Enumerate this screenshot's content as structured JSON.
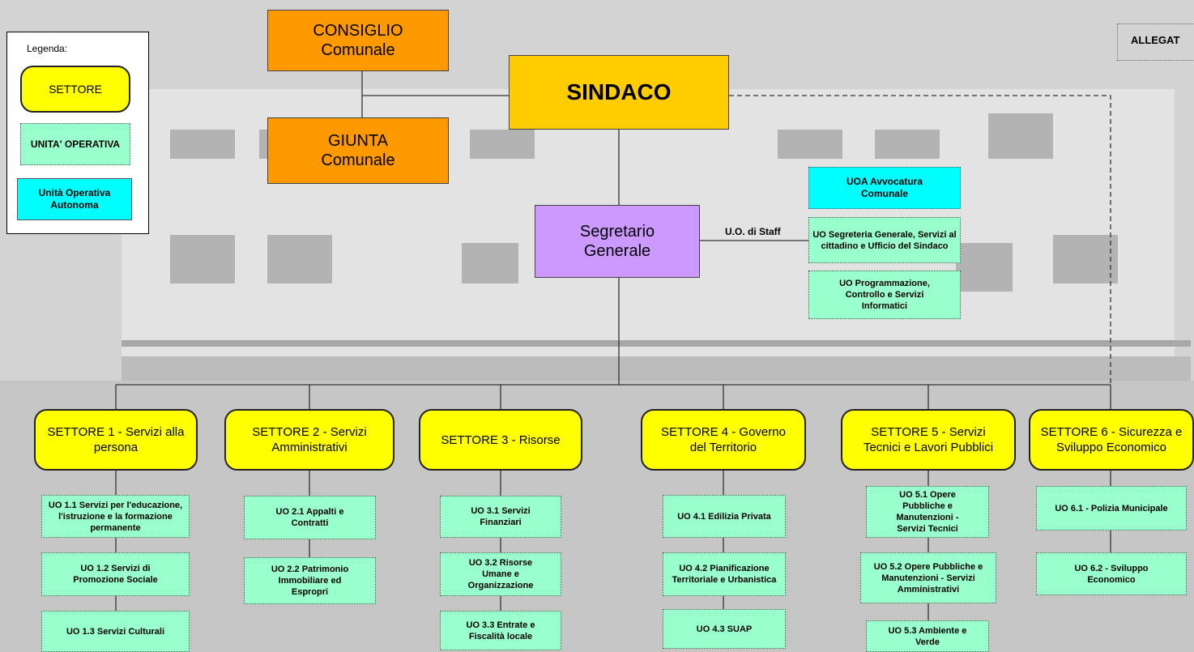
{
  "legend": {
    "title": "Legenda:",
    "settore": "SETTORE",
    "unita_operativa": "UNITA' OPERATIVA",
    "unita_autonoma": "Unità Operativa Autonoma"
  },
  "header_tag": "ALLEGAT",
  "organs": {
    "consiglio": "CONSIGLIO Comunale",
    "giunta": "GIUNTA Comunale",
    "sindaco": "SINDACO",
    "segretario": "Segretario Generale"
  },
  "staff": {
    "label": "U.O. di Staff",
    "avvocatura": "UOA Avvocatura Comunale",
    "segreteria": "UO Segreteria Generale, Servizi al cittadino e Ufficio del Sindaco",
    "programmazione": "UO Programmazione, Controllo e Servizi Informatici"
  },
  "settori": [
    {
      "name": "SETTORE 1 - Servizi alla persona",
      "units": [
        "UO 1.1 Servizi per l'educazione, l'istruzione e la formazione permanente",
        "UO 1.2 Servizi di Promozione Sociale",
        "UO 1.3 Servizi Culturali"
      ]
    },
    {
      "name": "SETTORE 2 - Servizi Amministrativi",
      "units": [
        "UO 2.1 Appalti e Contratti",
        "UO 2.2 Patrimonio Immobiliare ed Espropri"
      ]
    },
    {
      "name": "SETTORE 3 - Risorse",
      "units": [
        "UO 3.1 Servizi Finanziari",
        "UO 3.2 Risorse Umane e Organizzazione",
        "UO 3.3 Entrate e Fiscalità locale"
      ]
    },
    {
      "name": "SETTORE 4 - Governo del Territorio",
      "units": [
        "UO 4.1 Edilizia Privata",
        "UO 4.2 Pianificazione Territoriale e Urbanistica",
        "UO 4.3 SUAP"
      ]
    },
    {
      "name": "SETTORE 5 - Servizi Tecnici e Lavori Pubblici",
      "units": [
        "UO 5.1 Opere Pubbliche e Manutenzioni - Servizi Tecnici",
        "UO 5.2 Opere Pubbliche e Manutenzioni - Servizi Amministrativi",
        "UO 5.3 Ambiente e Verde"
      ]
    },
    {
      "name": "SETTORE 6 - Sicurezza e Sviluppo Economico",
      "units": [
        "UO 6.1 - Polizia Municipale",
        "UO 6.2 - Sviluppo Economico"
      ]
    }
  ]
}
